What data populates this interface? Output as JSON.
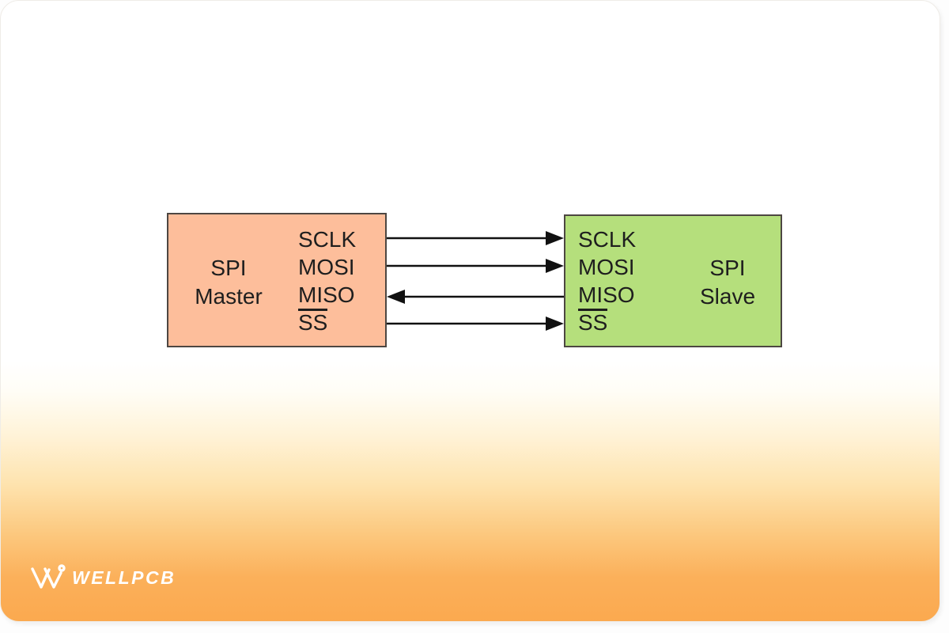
{
  "diagram": {
    "master": {
      "title_line1": "SPI",
      "title_line2": "Master",
      "signals": [
        "SCLK",
        "MOSI",
        "MISO",
        "SS"
      ],
      "ss_active_low": true
    },
    "slave": {
      "title_line1": "SPI",
      "title_line2": "Slave",
      "signals": [
        "SCLK",
        "MOSI",
        "MISO",
        "SS"
      ],
      "ss_active_low": true
    },
    "connections": [
      {
        "signal": "SCLK",
        "direction": "master-to-slave"
      },
      {
        "signal": "MOSI",
        "direction": "master-to-slave"
      },
      {
        "signal": "MISO",
        "direction": "slave-to-master"
      },
      {
        "signal": "SS",
        "direction": "master-to-slave"
      }
    ]
  },
  "footer": {
    "brand": "WELLPCB"
  },
  "colors": {
    "master_fill": "#FDBE9B",
    "slave_fill": "#B5DF7C",
    "box_border": "#4D4742",
    "diagram_text": "#1E1E1E",
    "arrow": "#111111",
    "gradient_bottom": "#FBA94F",
    "logo_text": "#FFFFFF"
  }
}
